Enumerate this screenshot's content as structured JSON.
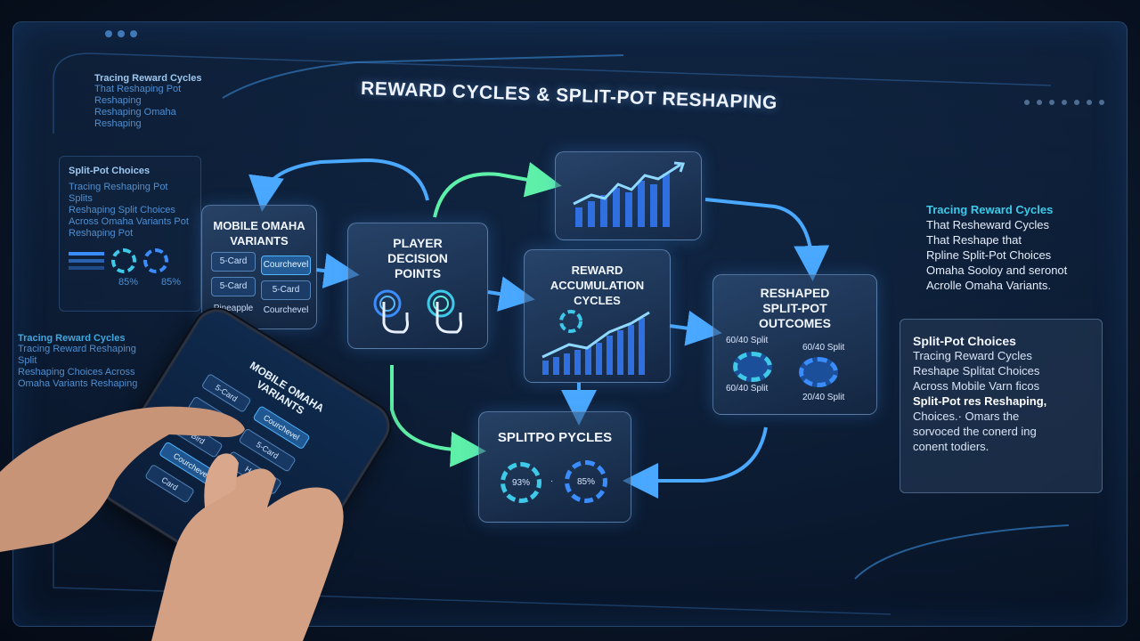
{
  "diagram": {
    "title": "REWARD CYCLES & SPLIT-POT RESHAPING",
    "nodes": {
      "variants": {
        "title_line1": "MOBILE OMAHA",
        "title_line2": "VARIANTS",
        "chips": [
          "5-Card",
          "Courchevel",
          "5-Card",
          "5-Card",
          "Pineapple",
          "Courchevel"
        ]
      },
      "decision": {
        "title_line1": "PLAYER",
        "title_line2": "DECISION",
        "title_line3": "POINTS"
      },
      "accumulation": {
        "title_line1": "REWARD",
        "title_line2": "ACCUMULATION",
        "title_line3": "CYCLES"
      },
      "outcomes": {
        "title_line1": "RESHAPED",
        "title_line2": "SPLIT-POT",
        "title_line3": "OUTCOMES",
        "labels": [
          "60/40 Split",
          "60/40 Split",
          "60/40 Split",
          "20/40 Split"
        ]
      },
      "cycles": {
        "title": "SPLITPO PYCLES",
        "pct_left": "93%",
        "pct_right": "85%",
        "sep": "·"
      }
    }
  },
  "left_panel": {
    "heading": "Tracing Reward Cycles",
    "sub1": "That Reshaping Pot Reshaping",
    "sub2": "Reshaping Omaha Reshaping",
    "box_heading": "Split-Pot Choices",
    "box_lines": [
      "Tracing Reshaping Pot Splits",
      "Reshaping Split Choices",
      "Across Omaha Variants Pot",
      "Reshaping Pot"
    ],
    "chip_labels": [
      "85%",
      "85%"
    ],
    "lower_heading": "Tracing Reward Cycles",
    "lower_lines": [
      "Tracing Reward Reshaping Split",
      "Reshaping Choices Across",
      "Omaha Variants Reshaping"
    ]
  },
  "right_text": {
    "heading": "Tracing Reward Cycles",
    "lines": [
      "That Resheward Cycles",
      "That Reshape that",
      "Rpline Split-Pot Choices",
      "Omaha Sooloy and seronot",
      "Acrolle Omaha Variants."
    ]
  },
  "right_panel": {
    "heading": "Split-Pot Choices",
    "line1": "Tracing Reward Cycles",
    "line2": "Reshape Splitat Choices",
    "line3": "Across Mobile Varn ficos",
    "line4": "Split-Pot res Reshaping,",
    "line5": "Choices.· Omars the",
    "line6": "sorvoced the conerd ing",
    "line7": "conent todiers."
  },
  "phone": {
    "title_line1": "MOBILE OMAHA",
    "title_line2": "VARIANTS",
    "chips": [
      "5-Card",
      "Courchevel",
      "Card",
      "5-Card",
      "Bird",
      "Hard",
      "Courchevel",
      "Card"
    ]
  },
  "colors": {
    "accent": "#3ec9e8",
    "arrow_blue": "#4aa8ff",
    "arrow_green": "#5ef0a8",
    "bar_blue": "#3b8dff"
  }
}
